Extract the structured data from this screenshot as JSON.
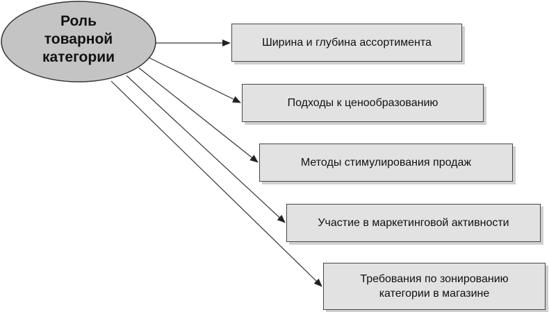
{
  "diagram": {
    "root": {
      "label": "Роль\nтоварной\nкатегории"
    },
    "items": [
      {
        "label": "Ширина и глубина ассортимента"
      },
      {
        "label": "Подходы к ценообразованию"
      },
      {
        "label": "Методы стимулирования продаж"
      },
      {
        "label": "Участие в маркетинговой активности"
      },
      {
        "label": "Требования по зонированию\nкатегории в магазине"
      }
    ]
  },
  "colors": {
    "ellipse_fill": "#c4c4c4",
    "box_fill": "#e2e2e2",
    "stroke": "#333333"
  }
}
